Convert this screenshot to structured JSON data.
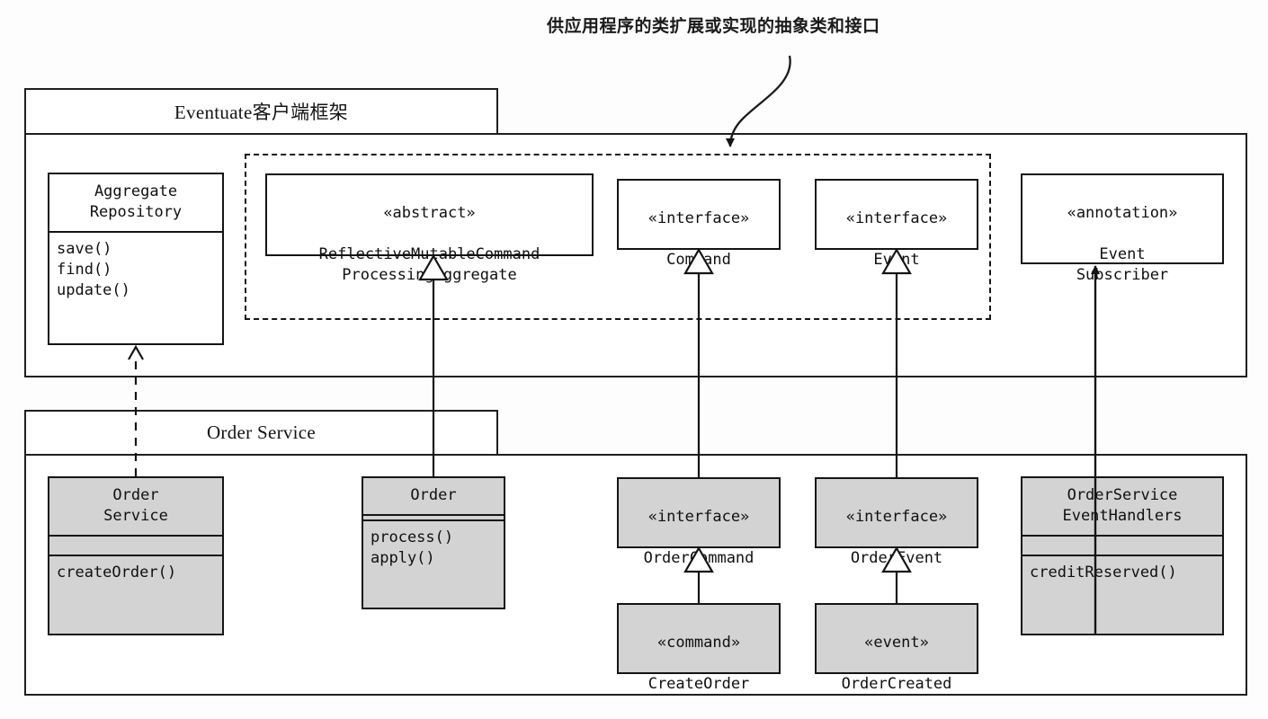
{
  "annotation": {
    "text": "供应用程序的类扩展或实现的抽象类和接口",
    "arrow": "curved-arrow-down-left"
  },
  "packages": [
    {
      "id": "eventuate",
      "label": "Eventuate客户端框架"
    },
    {
      "id": "order-service",
      "label": "Order Service"
    }
  ],
  "framework_classes": {
    "aggregate_repository": {
      "name": "Aggregate\nRepository",
      "operations": "save()\nfind()\nupdate()"
    },
    "reflective_aggregate": {
      "stereotype": "«abstract»",
      "name": "ReflectiveMutableCommand\nProcessingAggregate"
    },
    "command": {
      "stereotype": "«interface»",
      "name": "Command"
    },
    "event": {
      "stereotype": "«interface»",
      "name": "Event"
    },
    "event_subscriber": {
      "stereotype": "«annotation»",
      "name": "Event\nSubscriber"
    }
  },
  "application_classes": {
    "order_service": {
      "name": "Order\nService",
      "attributes": "",
      "operations": "createOrder()"
    },
    "order": {
      "name": "Order",
      "attributes": "",
      "operations": "process()\napply()"
    },
    "order_command": {
      "stereotype": "«interface»",
      "name": "OrderCommand"
    },
    "order_event": {
      "stereotype": "«interface»",
      "name": "OrderEvent"
    },
    "create_order": {
      "stereotype": "«command»",
      "name": "CreateOrder"
    },
    "order_created": {
      "stereotype": "«event»",
      "name": "OrderCreated"
    },
    "order_service_event_handlers": {
      "name": "OrderService\nEventHandlers",
      "attributes": "",
      "operations": "creditReserved()"
    }
  },
  "relationships": [
    {
      "from": "order-service",
      "to": "aggregate-repository",
      "type": "dependency-dashed-open-arrow"
    },
    {
      "from": "order",
      "to": "reflective-aggregate",
      "type": "generalization-hollow-triangle"
    },
    {
      "from": "order-command",
      "to": "command",
      "type": "realization-hollow-triangle"
    },
    {
      "from": "order-event",
      "to": "event",
      "type": "realization-hollow-triangle"
    },
    {
      "from": "create-order",
      "to": "order-command",
      "type": "realization-hollow-triangle"
    },
    {
      "from": "order-created",
      "to": "order-event",
      "type": "realization-hollow-triangle"
    },
    {
      "from": "order-service-event-handlers",
      "to": "event-subscriber",
      "type": "annotation-solid-arrow"
    }
  ],
  "colors": {
    "stroke": "#141414",
    "shaded_fill": "#d3d3d3",
    "background": "#fdfdfd"
  }
}
